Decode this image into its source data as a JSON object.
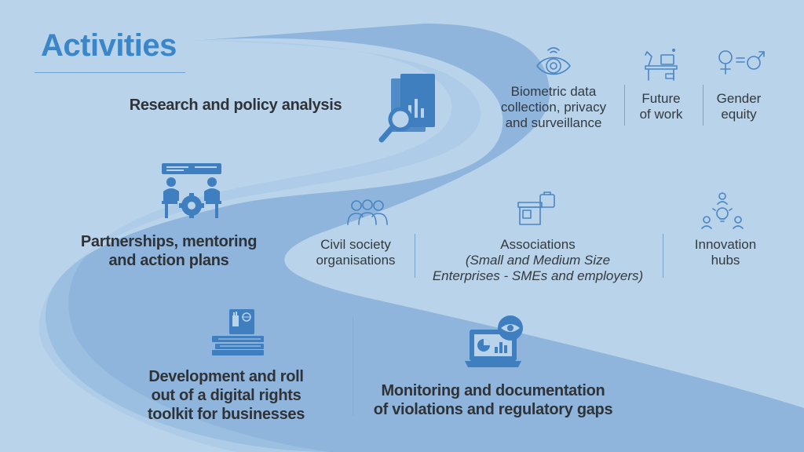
{
  "title": "Activities",
  "colors": {
    "background": "#b9d3ea",
    "path_dark": "#8fb5dc",
    "path_mid": "#a9c8e6",
    "accent": "#3a86c8",
    "text": "#2f3338"
  },
  "activities": {
    "research": "Research and policy analysis",
    "partnerships": {
      "line1": "Partnerships, mentoring",
      "line2": "and action plans"
    },
    "toolkit": {
      "line1": "Development and roll",
      "line2": "out of a digital rights",
      "line3": "toolkit for businesses"
    },
    "monitoring": {
      "line1": "Monitoring and documentation",
      "line2": "of violations and regulatory gaps"
    }
  },
  "research_topics": [
    {
      "icon": "eye-icon",
      "line1": "Biometric data",
      "line2": "collection, privacy",
      "line3": "and surveillance"
    },
    {
      "icon": "desk-icon",
      "line1": "Future",
      "line2": "of work"
    },
    {
      "icon": "gender-icon",
      "line1": "Gender",
      "line2": "equity"
    }
  ],
  "partners": [
    {
      "icon": "people-icon",
      "line1": "Civil society",
      "line2": "organisations"
    },
    {
      "icon": "store-icon",
      "line1": "Associations",
      "line2": "(Small and Medium Size",
      "line3": "Enterprises - SMEs and employers)"
    },
    {
      "icon": "lightbulb-icon",
      "line1": "Innovation",
      "line2": "hubs"
    }
  ]
}
